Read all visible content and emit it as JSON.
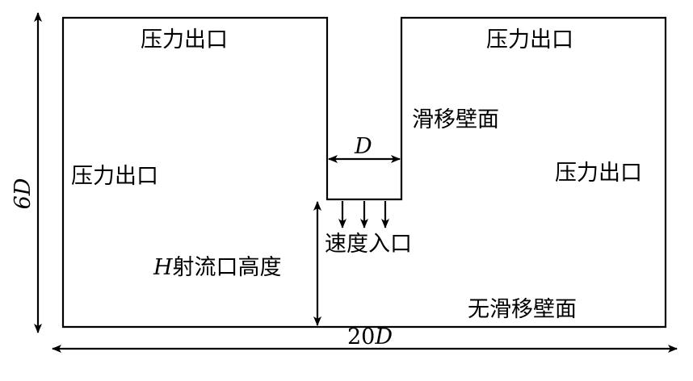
{
  "labels": {
    "outlet_top_left": "压力出口",
    "outlet_top_right": "压力出口",
    "outlet_left": "压力出口",
    "outlet_right": "压力出口",
    "slip_wall": "滑移壁面",
    "noslip_wall": "无滑移壁面",
    "velocity_inlet": "速度入口",
    "jet_width": "D",
    "jet_height_var": "H",
    "jet_height_text": "射流口高度",
    "domain_height": "6D",
    "domain_width_num": "20",
    "domain_width_var": "D"
  }
}
